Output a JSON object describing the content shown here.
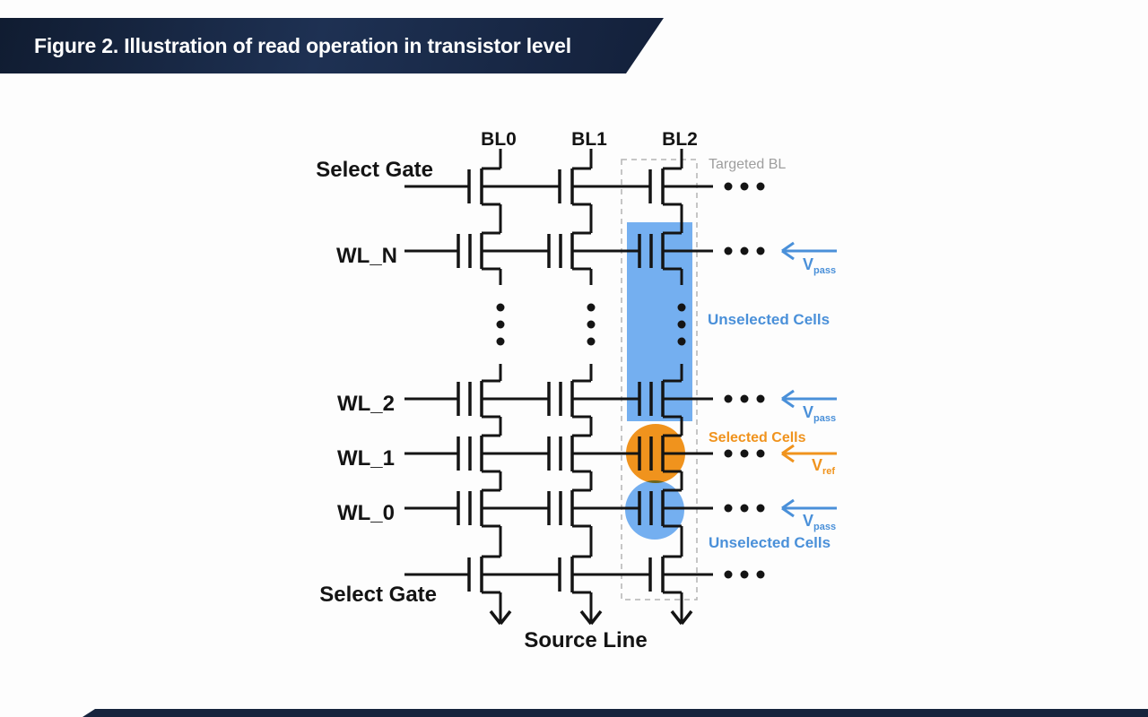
{
  "banner": {
    "title": "Figure 2. Illustration of read operation in transistor level"
  },
  "diagram": {
    "bitlines": {
      "bl0": "BL0",
      "bl1": "BL1",
      "bl2": "BL2"
    },
    "wordlines": {
      "select_gate_top": "Select Gate",
      "wl_n": "WL_N",
      "wl_2": "WL_2",
      "wl_1": "WL_1",
      "wl_0": "WL_0",
      "select_gate_bottom": "Select Gate"
    },
    "source_line": "Source Line",
    "annotations": {
      "targeted_bl": "Targeted BL",
      "unselected_cells_top": "Unselected Cells",
      "selected_cells": "Selected Cells",
      "unselected_cells_bottom": "Unselected Cells"
    },
    "voltages": {
      "v": "V",
      "pass": "pass",
      "ref": "ref"
    },
    "colors": {
      "banner_navy": "#16243d",
      "line_black": "#141414",
      "accent_blue": "#4a90d9",
      "accent_orange": "#f0931d",
      "highlight_blue": "#74aff0",
      "target_gray": "#9e9e9e"
    }
  }
}
